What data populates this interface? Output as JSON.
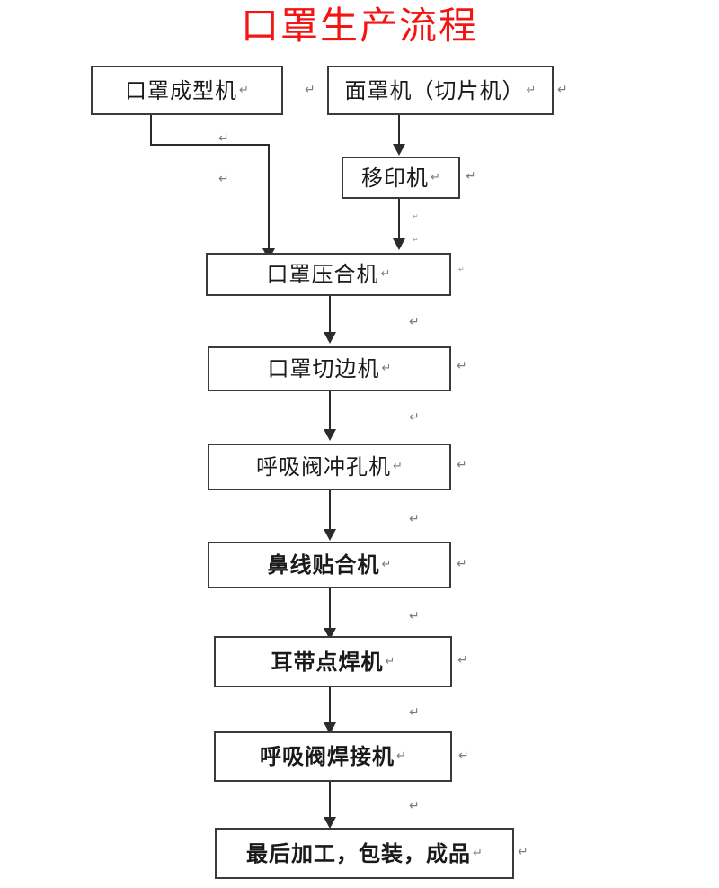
{
  "document": {
    "title": "口罩生产流程",
    "title_color": "#f41414",
    "background_color": "#ffffff",
    "box_border_color": "#3a3a3a",
    "connector_color": "#2b2b2b",
    "pilcrow_glyph": "↵"
  },
  "nodes": [
    {
      "id": "mask-forming-machine",
      "label": "口罩成型机"
    },
    {
      "id": "face-mask-slicer",
      "label": "面罩机（切片机）"
    },
    {
      "id": "pad-printing-machine",
      "label": "移印机"
    },
    {
      "id": "mask-pressing-machine",
      "label": "口罩压合机"
    },
    {
      "id": "mask-edge-cutter",
      "label": "口罩切边机"
    },
    {
      "id": "valve-punching-machine",
      "label": "呼吸阀冲孔机"
    },
    {
      "id": "nose-wire-laminator",
      "label": "鼻线贴合机"
    },
    {
      "id": "earloop-spot-welder",
      "label": "耳带点焊机"
    },
    {
      "id": "valve-welding-machine",
      "label": "呼吸阀焊接机"
    },
    {
      "id": "final-packaging",
      "label": "最后加工，包装，成品"
    }
  ],
  "edges": [
    {
      "from": "mask-forming-machine",
      "to": "mask-pressing-machine",
      "style": "elbow"
    },
    {
      "from": "face-mask-slicer",
      "to": "pad-printing-machine",
      "style": "straight"
    },
    {
      "from": "pad-printing-machine",
      "to": "mask-pressing-machine",
      "style": "straight"
    },
    {
      "from": "mask-pressing-machine",
      "to": "mask-edge-cutter",
      "style": "straight"
    },
    {
      "from": "mask-edge-cutter",
      "to": "valve-punching-machine",
      "style": "straight"
    },
    {
      "from": "valve-punching-machine",
      "to": "nose-wire-laminator",
      "style": "straight"
    },
    {
      "from": "nose-wire-laminator",
      "to": "earloop-spot-welder",
      "style": "straight"
    },
    {
      "from": "earloop-spot-welder",
      "to": "valve-welding-machine",
      "style": "straight"
    },
    {
      "from": "valve-welding-machine",
      "to": "final-packaging",
      "style": "straight"
    }
  ],
  "marks": {
    "pilcrow": "↵"
  }
}
